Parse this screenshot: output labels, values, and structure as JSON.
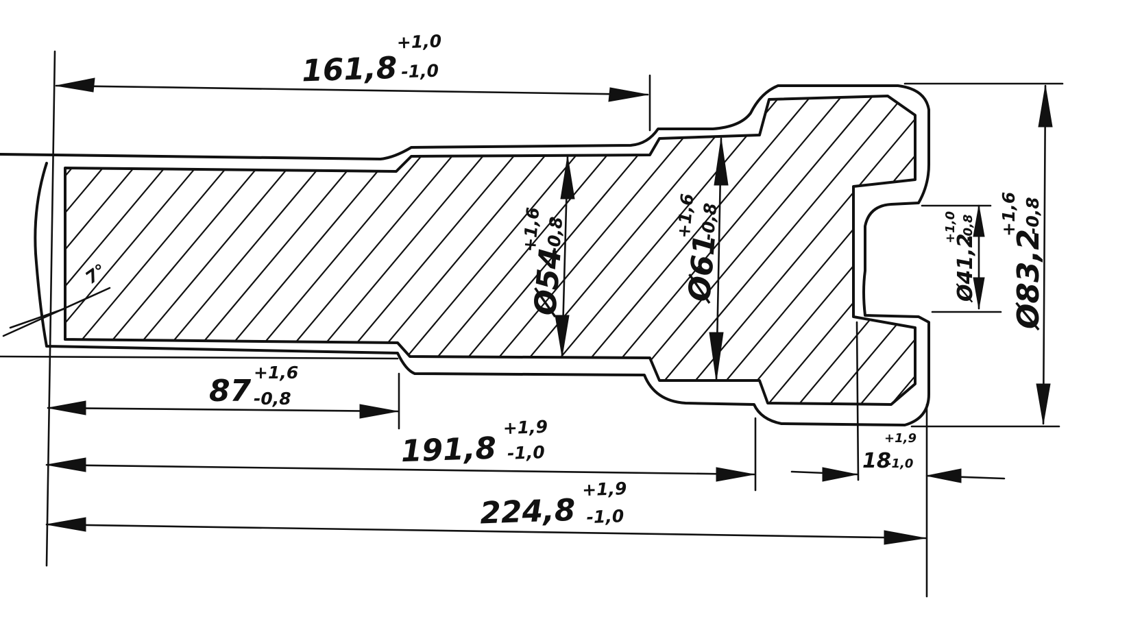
{
  "drawing": {
    "ink_color": "#111111",
    "paper_color": "#ffffff",
    "dimensions": {
      "len_161": {
        "value": "161,8",
        "upper": "+1,0",
        "lower": "-1,0"
      },
      "len_87": {
        "value": "87",
        "upper": "+1,6",
        "lower": "-0,8"
      },
      "len_191": {
        "value": "191,8",
        "upper": "+1,9",
        "lower": "-1,0"
      },
      "len_224": {
        "value": "224,8",
        "upper": "+1,9",
        "lower": "-1,0"
      },
      "len_18": {
        "value": "18",
        "upper": "+1,9",
        "lower": "-1,0"
      },
      "dia_54": {
        "value": "Ø54",
        "upper": "+1,6",
        "lower": "-0,8"
      },
      "dia_611": {
        "value": "Ø61",
        "upper": "+1,6",
        "lower": "-0,8"
      },
      "dia_41": {
        "value": "Ø41,2",
        "upper": "+1,0",
        "lower": "-0,8"
      },
      "dia_83": {
        "value": "Ø83,2",
        "upper": "+1,6",
        "lower": "-0,8"
      },
      "angle": {
        "value": "7°"
      }
    }
  }
}
